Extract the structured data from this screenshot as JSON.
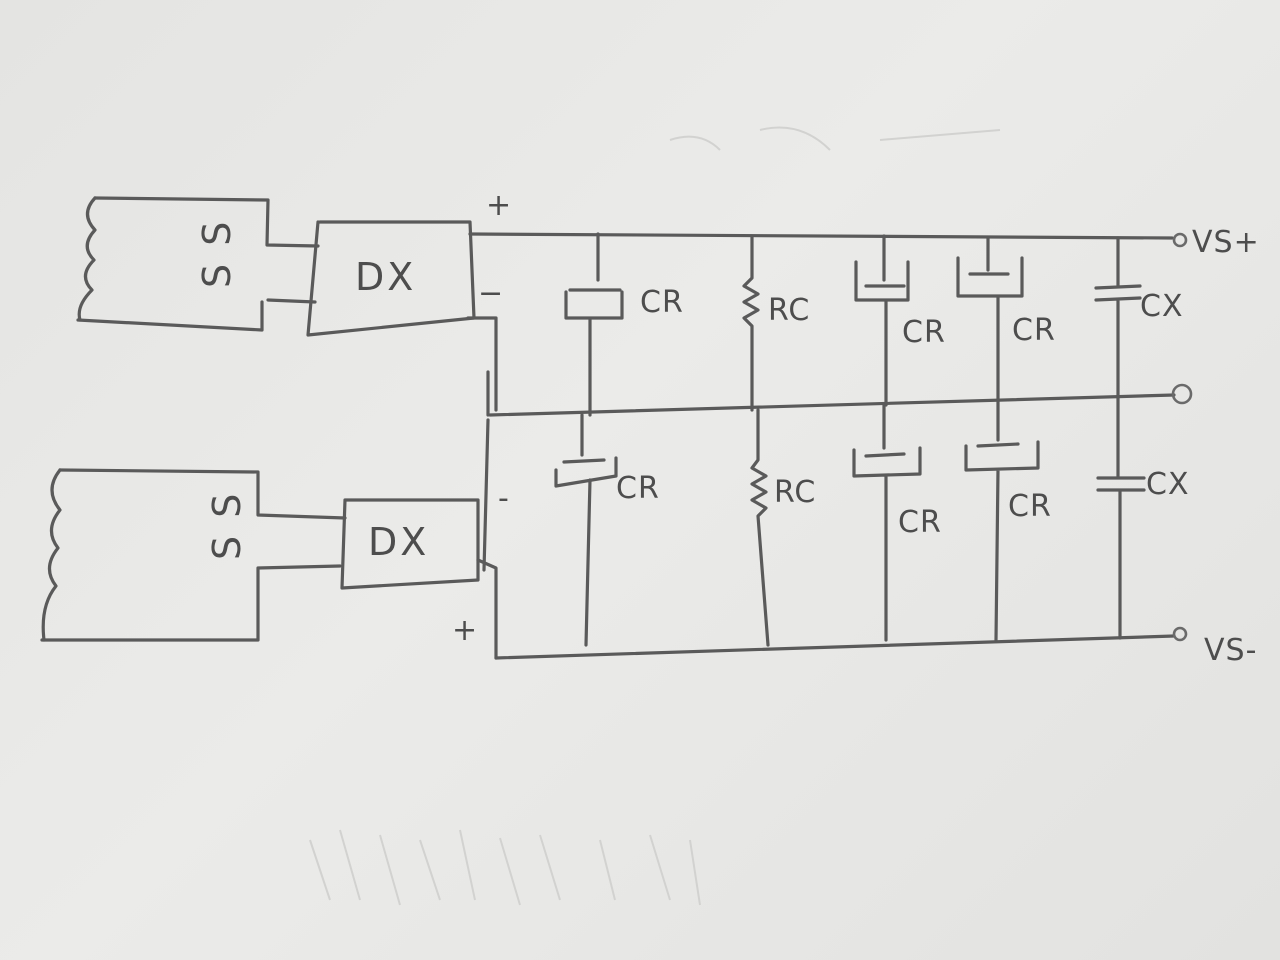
{
  "top_source": {
    "winding_label": "S S"
  },
  "bottom_source": {
    "winding_label": "S S"
  },
  "top_converter": {
    "label": "DX",
    "plus": "+",
    "minus": "−"
  },
  "bottom_converter": {
    "label": "DX",
    "minus": "-",
    "plus": "+"
  },
  "components": {
    "cr_top_1": "CR",
    "rc_top": "RC",
    "cr_top_2": "CR",
    "cr_top_3": "CR",
    "cx_top": "CX",
    "cr_bot_1": "CR",
    "rc_bot": "RC",
    "cr_bot_2": "CR",
    "cr_bot_3": "CR",
    "cx_bot": "CX"
  },
  "terminals": {
    "positive": "VS+",
    "negative": "VS-"
  }
}
